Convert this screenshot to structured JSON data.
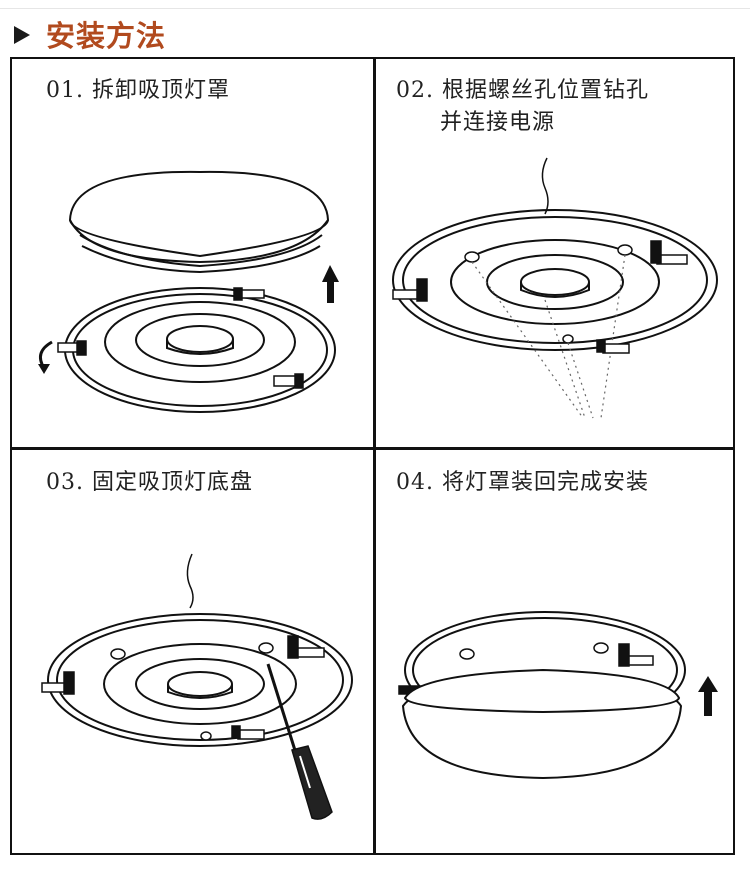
{
  "header": {
    "title": "安装方法",
    "bullet_icon": "triangle-arrow-icon",
    "title_color": "#b14a1e"
  },
  "steps": [
    {
      "caption": "01. 拆卸吸顶灯罩"
    },
    {
      "caption": "02. 根据螺丝孔位置钻孔",
      "caption_line2": "并连接电源"
    },
    {
      "caption": "03. 固定吸顶灯底盘"
    },
    {
      "caption": "04. 将灯罩装回完成安装"
    }
  ]
}
